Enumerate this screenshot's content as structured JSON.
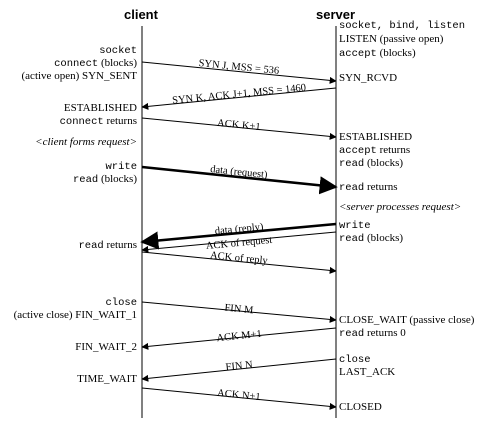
{
  "headers": {
    "client": "client",
    "server": "server"
  },
  "client_labels": [
    {
      "key": "socket",
      "parts": [
        {
          "text": "socket",
          "mono": true
        }
      ]
    },
    {
      "key": "connect",
      "parts": [
        {
          "text": "connect",
          "mono": true
        },
        {
          "text": " (blocks)"
        }
      ]
    },
    {
      "key": "active_open",
      "parts": [
        {
          "text": "(active open)  SYN_SENT"
        }
      ]
    },
    {
      "key": "established",
      "parts": [
        {
          "text": "ESTABLISHED"
        }
      ]
    },
    {
      "key": "connect_returns",
      "parts": [
        {
          "text": "connect",
          "mono": true
        },
        {
          "text": " returns"
        }
      ]
    },
    {
      "key": "client_forms",
      "parts": [
        {
          "text": "<client forms request>",
          "italic": true
        }
      ]
    },
    {
      "key": "write",
      "parts": [
        {
          "text": "write",
          "mono": true
        }
      ]
    },
    {
      "key": "read_blocks",
      "parts": [
        {
          "text": "read",
          "mono": true
        },
        {
          "text": " (blocks)"
        }
      ]
    },
    {
      "key": "read_returns",
      "parts": [
        {
          "text": "read",
          "mono": true
        },
        {
          "text": " returns"
        }
      ]
    },
    {
      "key": "close",
      "parts": [
        {
          "text": "close",
          "mono": true
        }
      ]
    },
    {
      "key": "active_close",
      "parts": [
        {
          "text": "(active close)  FIN_WAIT_1"
        }
      ]
    },
    {
      "key": "fin_wait_2",
      "parts": [
        {
          "text": "FIN_WAIT_2"
        }
      ]
    },
    {
      "key": "time_wait",
      "parts": [
        {
          "text": "TIME_WAIT"
        }
      ]
    }
  ],
  "server_labels": [
    {
      "key": "sbl",
      "parts": [
        {
          "text": "socket, bind, listen",
          "mono": true
        }
      ]
    },
    {
      "key": "listen",
      "parts": [
        {
          "text": "LISTEN  (passive open)"
        }
      ]
    },
    {
      "key": "accept_blocks",
      "parts": [
        {
          "text": "accept",
          "mono": true
        },
        {
          "text": " (blocks)"
        }
      ]
    },
    {
      "key": "syn_rcvd",
      "parts": [
        {
          "text": "SYN_RCVD"
        }
      ]
    },
    {
      "key": "established",
      "parts": [
        {
          "text": "ESTABLISHED"
        }
      ]
    },
    {
      "key": "accept_returns",
      "parts": [
        {
          "text": "accept",
          "mono": true
        },
        {
          "text": " returns"
        }
      ]
    },
    {
      "key": "read_blocks",
      "parts": [
        {
          "text": "read",
          "mono": true
        },
        {
          "text": " (blocks)"
        }
      ]
    },
    {
      "key": "read_returns",
      "parts": [
        {
          "text": "read",
          "mono": true
        },
        {
          "text": " returns"
        }
      ]
    },
    {
      "key": "server_processes",
      "parts": [
        {
          "text": "<server processes request>",
          "italic": true
        }
      ]
    },
    {
      "key": "write",
      "parts": [
        {
          "text": "write",
          "mono": true
        }
      ]
    },
    {
      "key": "read_blocks_2",
      "parts": [
        {
          "text": "read",
          "mono": true
        },
        {
          "text": " (blocks)"
        }
      ]
    },
    {
      "key": "close_wait",
      "parts": [
        {
          "text": "CLOSE_WAIT  (passive close)"
        }
      ]
    },
    {
      "key": "read_returns_0",
      "parts": [
        {
          "text": "read",
          "mono": true
        },
        {
          "text": " returns 0"
        }
      ]
    },
    {
      "key": "close",
      "parts": [
        {
          "text": "close",
          "mono": true
        }
      ]
    },
    {
      "key": "last_ack",
      "parts": [
        {
          "text": "LAST_ACK"
        }
      ]
    },
    {
      "key": "closed",
      "parts": [
        {
          "text": "CLOSED"
        }
      ]
    }
  ],
  "segments": [
    {
      "key": "syn",
      "label": "SYN J, MSS = 536",
      "direction": "client-to-server",
      "bold": false
    },
    {
      "key": "synack",
      "label": "SYN K, ACK J+1, MSS = 1460",
      "direction": "server-to-client",
      "bold": false
    },
    {
      "key": "ack1",
      "label": "ACK K+1",
      "direction": "client-to-server",
      "bold": false
    },
    {
      "key": "request",
      "label": "data (request)",
      "direction": "client-to-server",
      "bold": true
    },
    {
      "key": "reply",
      "label": "data (reply)",
      "direction": "server-to-client",
      "bold": true
    },
    {
      "key": "ack_request",
      "label": "ACK of request",
      "direction": "server-to-client",
      "bold": false
    },
    {
      "key": "ack_reply",
      "label": "ACK of reply",
      "direction": "client-to-server",
      "bold": false
    },
    {
      "key": "fin_m",
      "label": "FIN M",
      "direction": "client-to-server",
      "bold": false
    },
    {
      "key": "ack_m1",
      "label": "ACK M+1",
      "direction": "server-to-client",
      "bold": false
    },
    {
      "key": "fin_n",
      "label": "FIN N",
      "direction": "server-to-client",
      "bold": false
    },
    {
      "key": "ack_n1",
      "label": "ACK N+1",
      "direction": "client-to-server",
      "bold": false
    }
  ]
}
